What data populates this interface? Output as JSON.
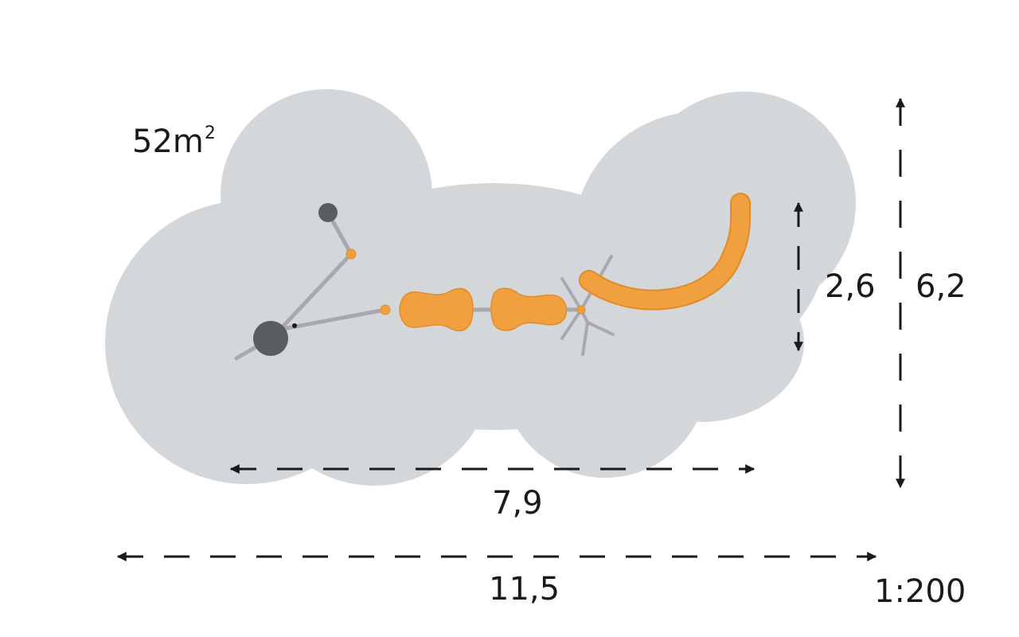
{
  "plan": {
    "area_value": "52m",
    "area_superscript": "2",
    "inner_width": "7,9",
    "outer_width": "11,5",
    "inner_depth": "2,6",
    "outer_depth": "6,2",
    "scale": "1:200"
  },
  "colors": {
    "safety_zone": "#d4d7d9",
    "equipment_orange": "#f1a03f",
    "equipment_orange_edge": "#e38a28",
    "pole_dark": "#595d5f",
    "chain_grey": "#a9a8b2",
    "dimension_line": "#1a1a1a"
  }
}
